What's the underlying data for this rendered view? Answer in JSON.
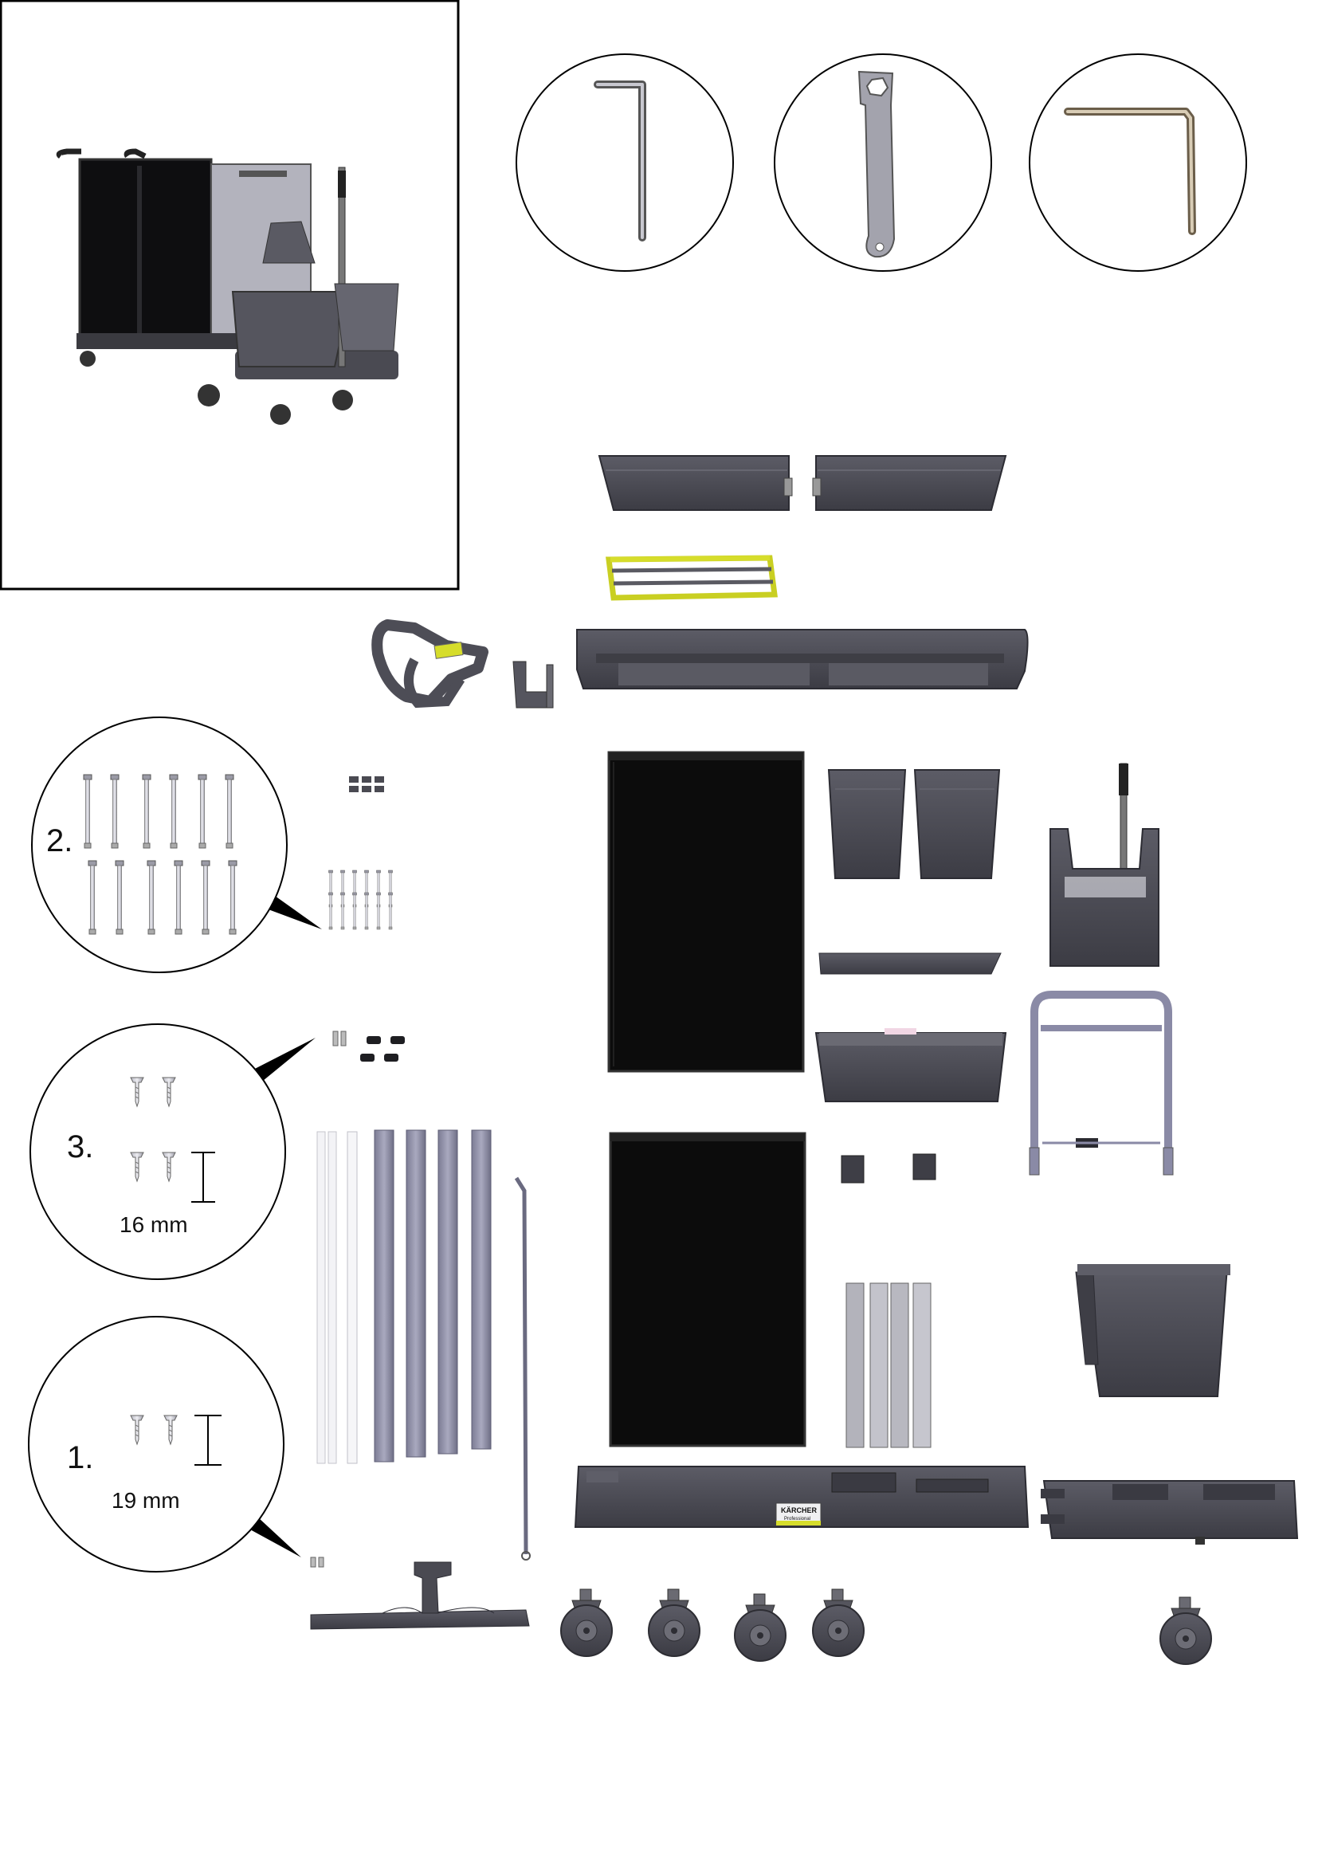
{
  "callouts": {
    "screws_2": {
      "number": "2."
    },
    "screws_3": {
      "number": "3.",
      "size": "16 mm"
    },
    "screws_1": {
      "number": "1.",
      "size": "19 mm"
    }
  },
  "plate": {
    "brand": "KÄRCHER",
    "sub": "Professional"
  },
  "colors": {
    "part_dark": "#4a4a52",
    "panel_black": "#0c0c0c",
    "rail_blue": "#8a8aa0",
    "yellow": "#d6dd2b"
  }
}
